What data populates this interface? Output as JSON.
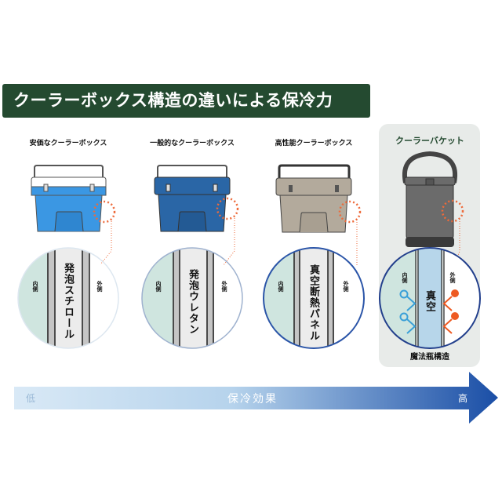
{
  "title": "クーラーボックス構造の違いによる保冷力",
  "columns": [
    {
      "label": "安価なクーラーボックス",
      "material": "発泡スチロール",
      "inner": "内側",
      "outer": "外側",
      "color": "#3b97e3"
    },
    {
      "label": "一般的なクーラーボックス",
      "material": "発泡ウレタン",
      "inner": "内側",
      "outer": "外側",
      "color": "#2a66a6"
    },
    {
      "label": "高性能クーラーボックス",
      "material": "真空断熱パネル",
      "inner": "内側",
      "outer": "外側",
      "color": "#b3aa9c"
    }
  ],
  "bucket": {
    "label": "クーラーバケット",
    "material": "真空",
    "inner": "内側",
    "outer": "外側",
    "structure": "魔法瓶構造",
    "color": "#6b6b6b"
  },
  "scale": {
    "low": "低",
    "label": "保冷効果",
    "high": "高",
    "colors": [
      "#d6e7f5",
      "#1a4ea6"
    ]
  },
  "colors": {
    "title_bg": "#244a30",
    "highlight": "#ee6a3a",
    "inner": "#cfe5df"
  }
}
